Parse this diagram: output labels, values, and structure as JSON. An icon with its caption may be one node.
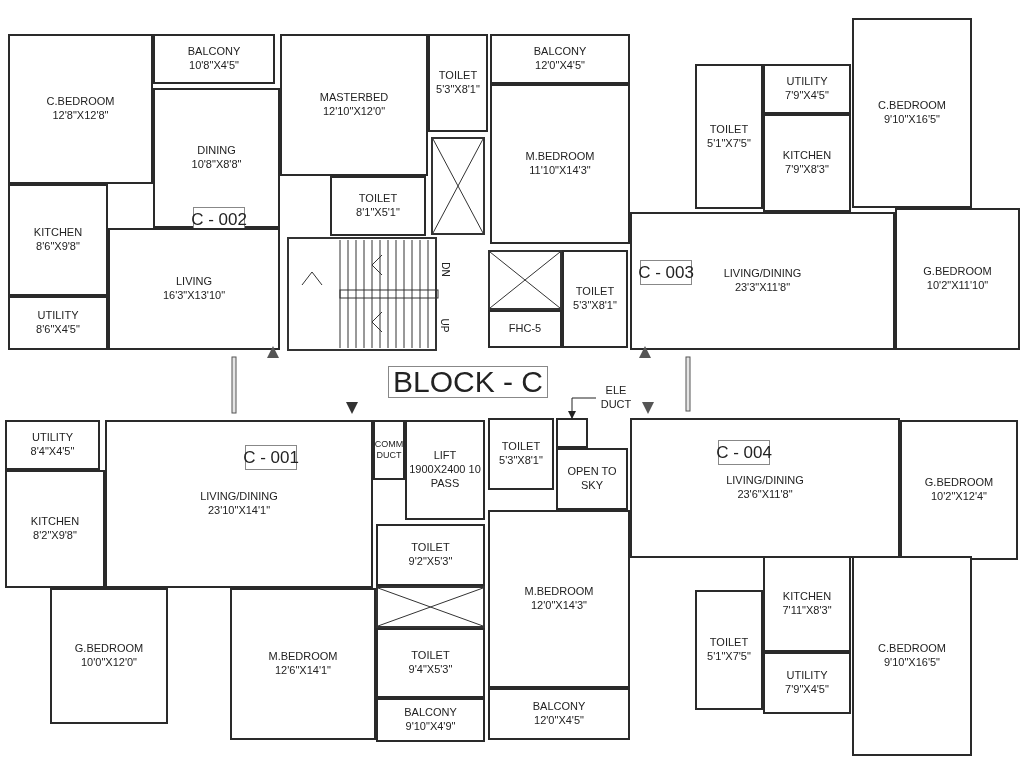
{
  "diagram": {
    "title": "BLOCK - C",
    "nodes": [
      {
        "text": [
          "C.BEDROOM",
          "12'8\"X12'8\""
        ]
      },
      {
        "text": [
          "BALCONY",
          "10'8\"X4'5\""
        ]
      },
      {
        "text": [
          "DINING",
          "10'8\"X8'8\""
        ]
      },
      {
        "text": [
          "LIVING",
          "16'3\"X13'10\""
        ]
      },
      {
        "text": [
          "KITCHEN",
          "8'6\"X9'8\""
        ]
      },
      {
        "text": [
          "UTILITY",
          "8'6\"X4'5\""
        ]
      },
      {
        "text": [
          "MASTERBED",
          "12'10\"X12'0\""
        ]
      },
      {
        "text": [
          "TOILET",
          "5'3\"X8'1\""
        ]
      },
      {
        "text": [
          "TOILET",
          "8'1\"X5'1\""
        ]
      },
      {
        "text": [
          "C - 002"
        ],
        "in": 2
      },
      {
        "text": [
          "BALCONY",
          "12'0\"X4'5\""
        ]
      },
      {
        "text": [
          "M.BEDROOM",
          "11'10\"X14'3\""
        ]
      },
      {
        "text": [
          "TOILET",
          "5'3\"X8'1\""
        ]
      },
      {
        "text": [
          "FHC-5"
        ]
      },
      {
        "text": [
          "TOILET",
          "5'1\"X7'5\""
        ]
      },
      {
        "text": [
          "UTILITY",
          "7'9\"X4'5\""
        ]
      },
      {
        "text": [
          "KITCHEN",
          "7'9\"X8'3\""
        ]
      },
      {
        "text": [
          "C.BEDROOM",
          "9'10\"X16'5\""
        ]
      },
      {
        "text": [
          "LIVING/DINING",
          "23'3\"X11'8\""
        ]
      },
      {
        "text": [
          "C - 003"
        ],
        "in": 18
      },
      {
        "text": [
          "G.BEDROOM",
          "10'2\"X11'10\""
        ]
      },
      {
        "text": [
          "UTILITY",
          "8'4\"X4'5\""
        ]
      },
      {
        "text": [
          "KITCHEN",
          "8'2\"X9'8\""
        ]
      },
      {
        "text": [
          "LIVING/DINING",
          "23'10\"X14'1\""
        ]
      },
      {
        "text": [
          "C - 001"
        ],
        "in": 23
      },
      {
        "text": [
          "G.BEDROOM",
          "10'0\"X12'0\""
        ]
      },
      {
        "text": [
          "M.BEDROOM",
          "12'6\"X14'1\""
        ]
      },
      {
        "text": [
          "COMM DUCT"
        ]
      },
      {
        "text": [
          "LIFT 1900X2400 10 PASS"
        ]
      },
      {
        "text": [
          "TOILET",
          "9'2\"X5'3\""
        ]
      },
      {
        "text": [
          "TOILET",
          "9'4\"X5'3\""
        ]
      },
      {
        "text": [
          "BALCONY",
          "9'10\"X4'9\""
        ]
      },
      {
        "text": [
          "TOILET",
          "5'3\"X8'1\""
        ]
      },
      {
        "text": [],
        "shape": "box"
      },
      {
        "text": [
          "OPEN TO SKY"
        ]
      },
      {
        "text": [
          "ELE DUCT"
        ]
      },
      {
        "text": [
          "C - 004"
        ],
        "in": 37
      },
      {
        "text": [
          "LIVING/DINING",
          "23'6\"X11'8\""
        ]
      },
      {
        "text": [
          "G.BEDROOM",
          "10'2\"X12'4\""
        ]
      },
      {
        "text": [
          "M.BEDROOM",
          "12'0\"X14'3\""
        ]
      },
      {
        "text": [
          "BALCONY",
          "12'0\"X4'5\""
        ]
      },
      {
        "text": [
          "TOILET",
          "5'1\"X7'5\""
        ]
      },
      {
        "text": [
          "KITCHEN",
          "7'11\"X8'3\""
        ]
      },
      {
        "text": [
          "UTILITY",
          "7'9\"X4'5\""
        ]
      },
      {
        "text": [
          "C.BEDROOM",
          "9'10\"X16'5\""
        ]
      }
    ],
    "edges": [
      {
        "from": 35,
        "to": 33,
        "arrow": "to"
      }
    ],
    "labels": [
      "DN",
      "UP"
    ]
  }
}
